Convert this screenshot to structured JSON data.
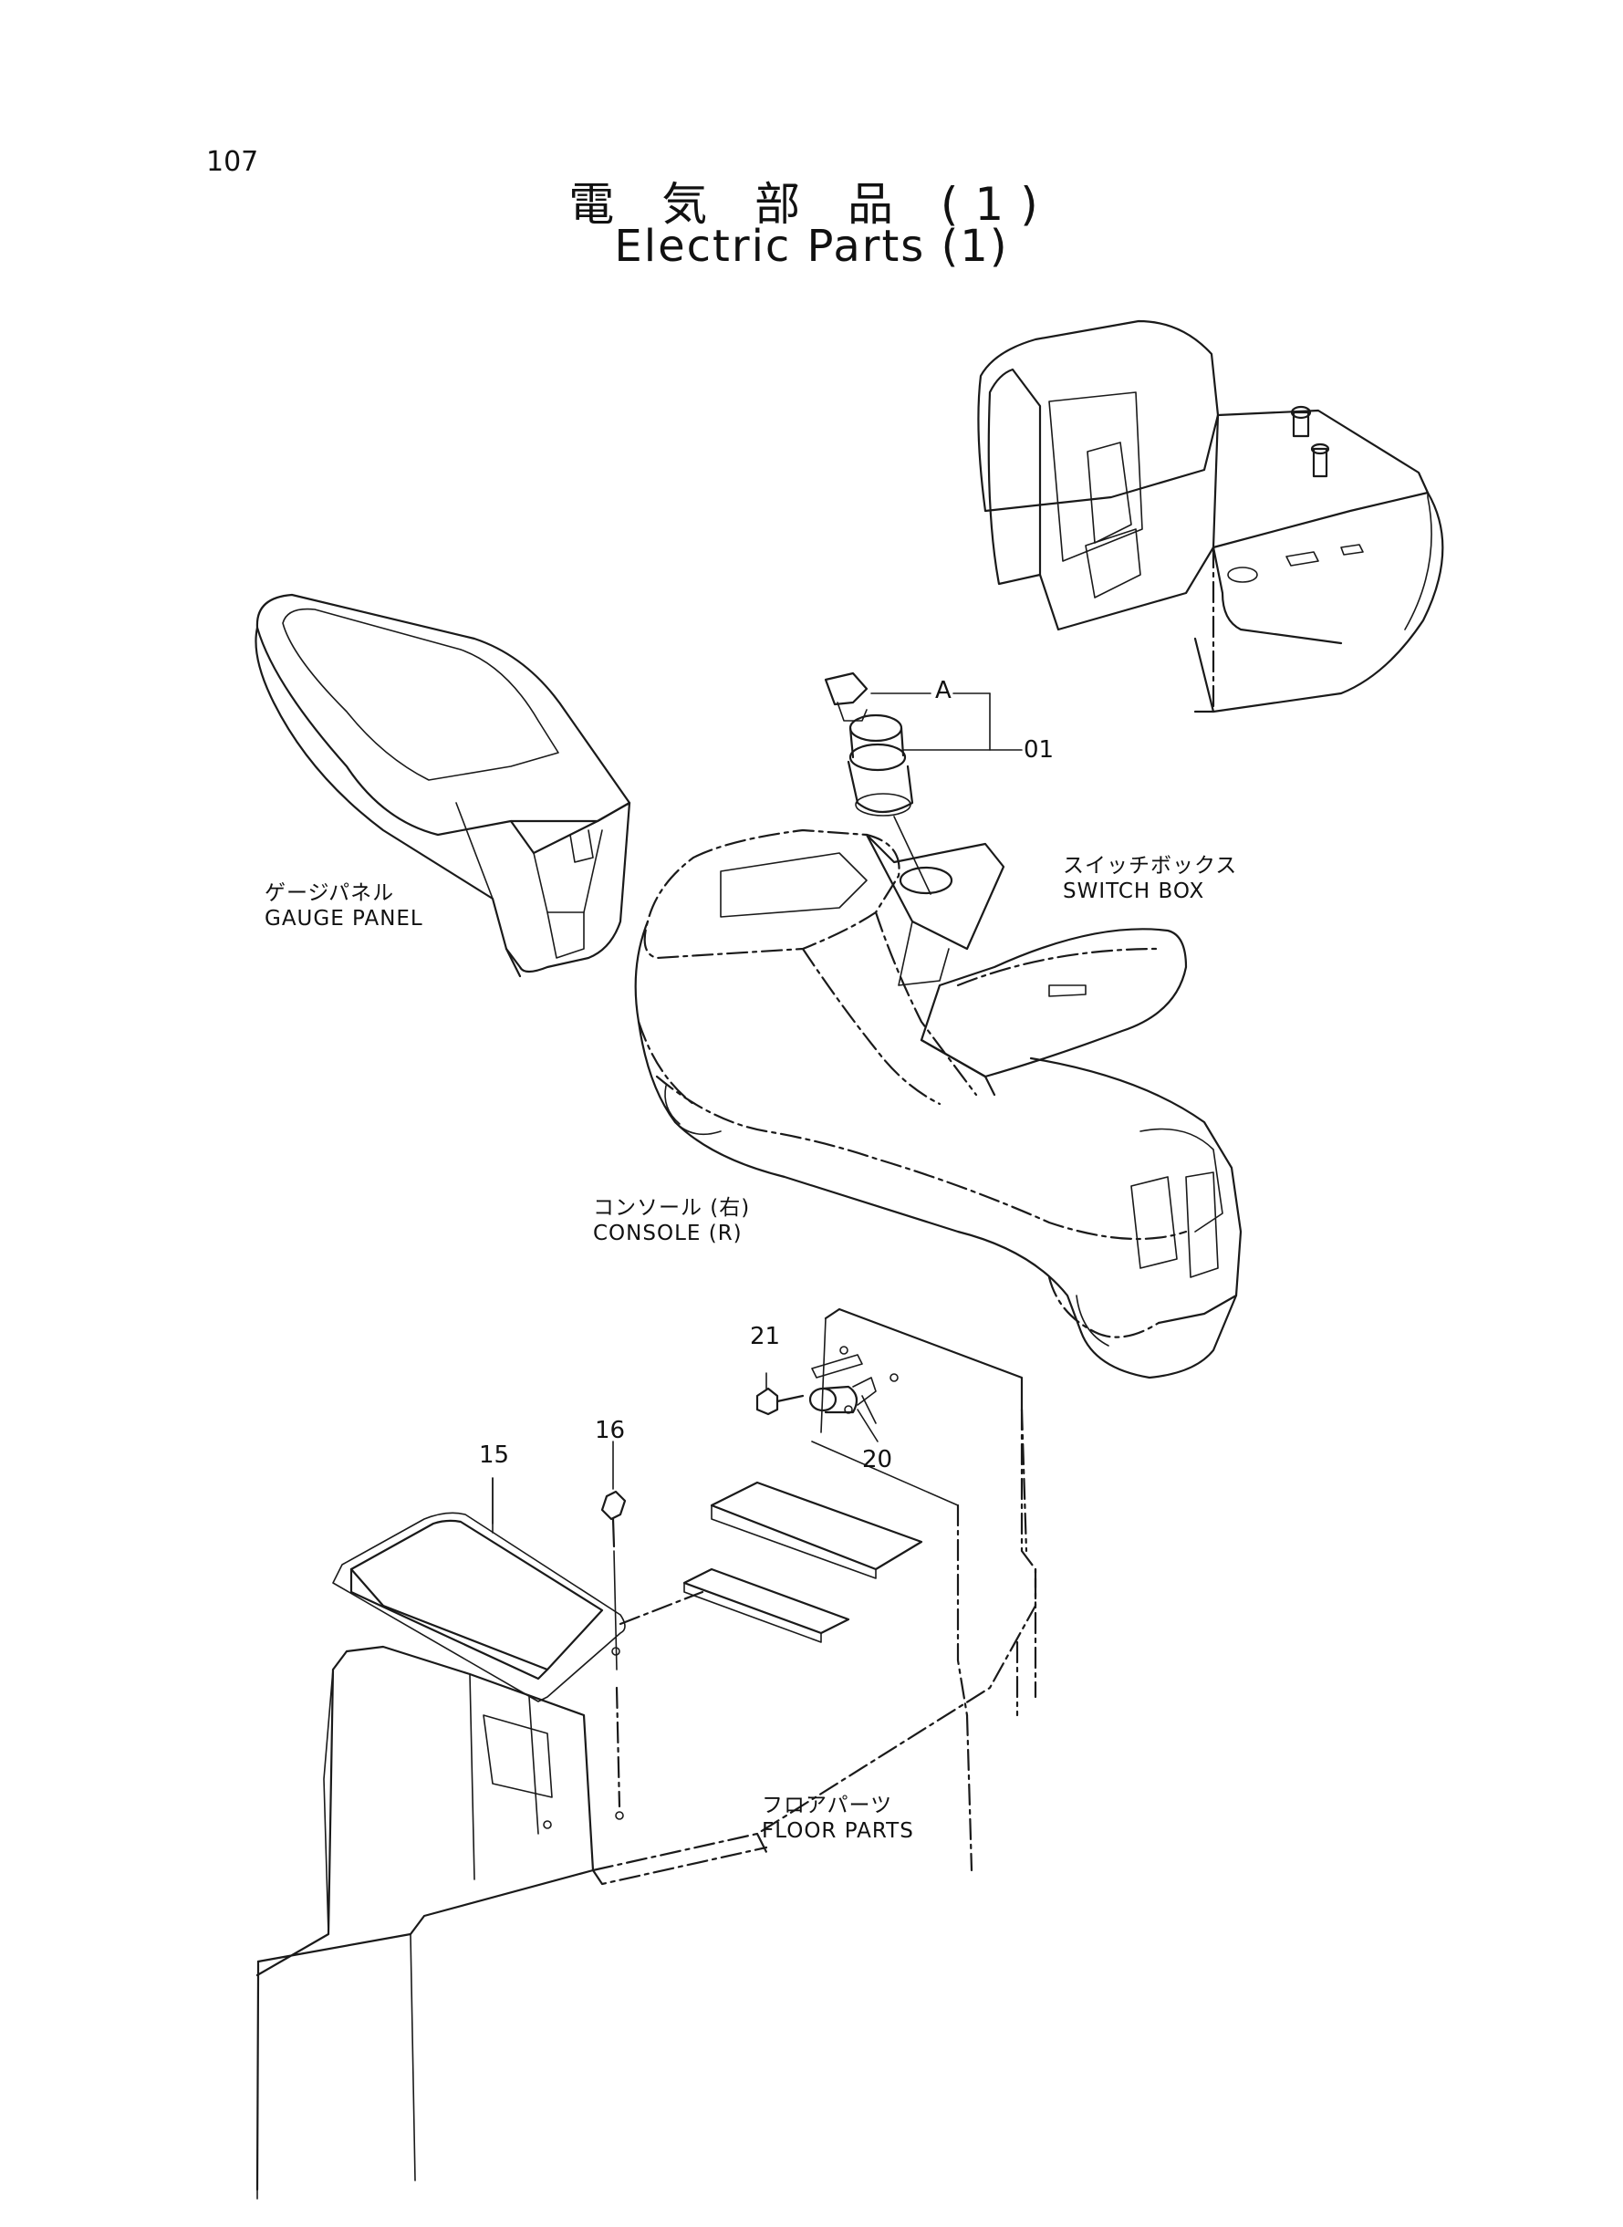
{
  "page": {
    "number": "107"
  },
  "title": {
    "jp": "電 気 部 品 (1)",
    "en": "Electric Parts (1)"
  },
  "labels": {
    "gauge_panel": {
      "jp": "ゲージパネル",
      "en": "GAUGE PANEL"
    },
    "switch_box": {
      "jp": "スイッチボックス",
      "en": "SWITCH BOX"
    },
    "console_r": {
      "jp": "コンソール (右)",
      "en": "CONSOLE (R)"
    },
    "floor_parts": {
      "jp": "フロアパーツ",
      "en": "FLOOR PARTS"
    }
  },
  "callouts": {
    "a": "A",
    "p01": "01",
    "p15": "15",
    "p16": "16",
    "p20": "20",
    "p21": "21"
  }
}
